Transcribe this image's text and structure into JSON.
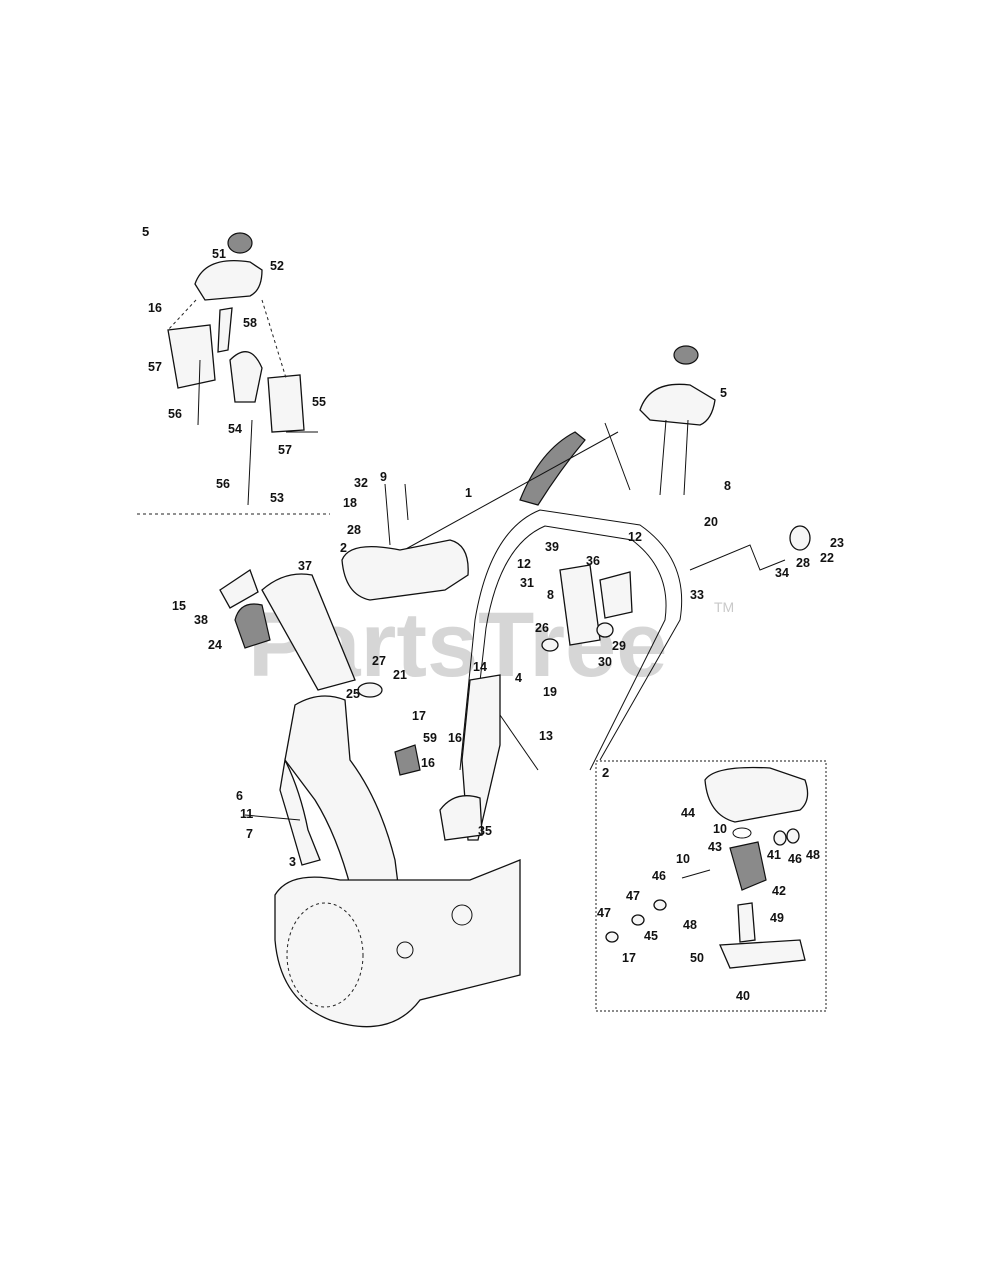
{
  "watermark": {
    "text": "PartsTree",
    "mark": "TM"
  },
  "inset_labels": {
    "upper_left": "5",
    "lower_right": "2"
  },
  "callouts": [
    {
      "id": "c51",
      "text": "51"
    },
    {
      "id": "c52",
      "text": "52"
    },
    {
      "id": "c16a",
      "text": "16"
    },
    {
      "id": "c58",
      "text": "58"
    },
    {
      "id": "c57a",
      "text": "57"
    },
    {
      "id": "c56a",
      "text": "56"
    },
    {
      "id": "c54",
      "text": "54"
    },
    {
      "id": "c55",
      "text": "55"
    },
    {
      "id": "c57b",
      "text": "57"
    },
    {
      "id": "c56b",
      "text": "56"
    },
    {
      "id": "c53",
      "text": "53"
    },
    {
      "id": "c5",
      "text": "5"
    },
    {
      "id": "c8a",
      "text": "8"
    },
    {
      "id": "c9",
      "text": "9"
    },
    {
      "id": "c32",
      "text": "32"
    },
    {
      "id": "c1",
      "text": "1"
    },
    {
      "id": "c18",
      "text": "18"
    },
    {
      "id": "c28a",
      "text": "28"
    },
    {
      "id": "c2",
      "text": "2"
    },
    {
      "id": "c12a",
      "text": "12"
    },
    {
      "id": "c20",
      "text": "20"
    },
    {
      "id": "c23",
      "text": "23"
    },
    {
      "id": "c39",
      "text": "39"
    },
    {
      "id": "c36",
      "text": "36"
    },
    {
      "id": "c12b",
      "text": "12"
    },
    {
      "id": "c31",
      "text": "31"
    },
    {
      "id": "c8b",
      "text": "8"
    },
    {
      "id": "c33",
      "text": "33"
    },
    {
      "id": "c34",
      "text": "34"
    },
    {
      "id": "c28b",
      "text": "28"
    },
    {
      "id": "c22",
      "text": "22"
    },
    {
      "id": "c37",
      "text": "37"
    },
    {
      "id": "c15",
      "text": "15"
    },
    {
      "id": "c38",
      "text": "38"
    },
    {
      "id": "c24",
      "text": "24"
    },
    {
      "id": "c26",
      "text": "26"
    },
    {
      "id": "c29",
      "text": "29"
    },
    {
      "id": "c30",
      "text": "30"
    },
    {
      "id": "c27",
      "text": "27"
    },
    {
      "id": "c21",
      "text": "21"
    },
    {
      "id": "c14",
      "text": "14"
    },
    {
      "id": "c4",
      "text": "4"
    },
    {
      "id": "c25",
      "text": "25"
    },
    {
      "id": "c19",
      "text": "19"
    },
    {
      "id": "c17a",
      "text": "17"
    },
    {
      "id": "c59",
      "text": "59"
    },
    {
      "id": "c16b",
      "text": "16"
    },
    {
      "id": "c16c",
      "text": "16"
    },
    {
      "id": "c13",
      "text": "13"
    },
    {
      "id": "c6",
      "text": "6"
    },
    {
      "id": "c11",
      "text": "11"
    },
    {
      "id": "c7",
      "text": "7"
    },
    {
      "id": "c35",
      "text": "35"
    },
    {
      "id": "c3",
      "text": "3"
    },
    {
      "id": "c44",
      "text": "44"
    },
    {
      "id": "c10a",
      "text": "10"
    },
    {
      "id": "c43",
      "text": "43"
    },
    {
      "id": "c41",
      "text": "41"
    },
    {
      "id": "c46a",
      "text": "46"
    },
    {
      "id": "c48a",
      "text": "48"
    },
    {
      "id": "c10b",
      "text": "10"
    },
    {
      "id": "c46b",
      "text": "46"
    },
    {
      "id": "c42",
      "text": "42"
    },
    {
      "id": "c47a",
      "text": "47"
    },
    {
      "id": "c48b",
      "text": "48"
    },
    {
      "id": "c49",
      "text": "49"
    },
    {
      "id": "c47b",
      "text": "47"
    },
    {
      "id": "c45",
      "text": "45"
    },
    {
      "id": "c17b",
      "text": "17"
    },
    {
      "id": "c50",
      "text": "50"
    },
    {
      "id": "c40",
      "text": "40"
    }
  ]
}
